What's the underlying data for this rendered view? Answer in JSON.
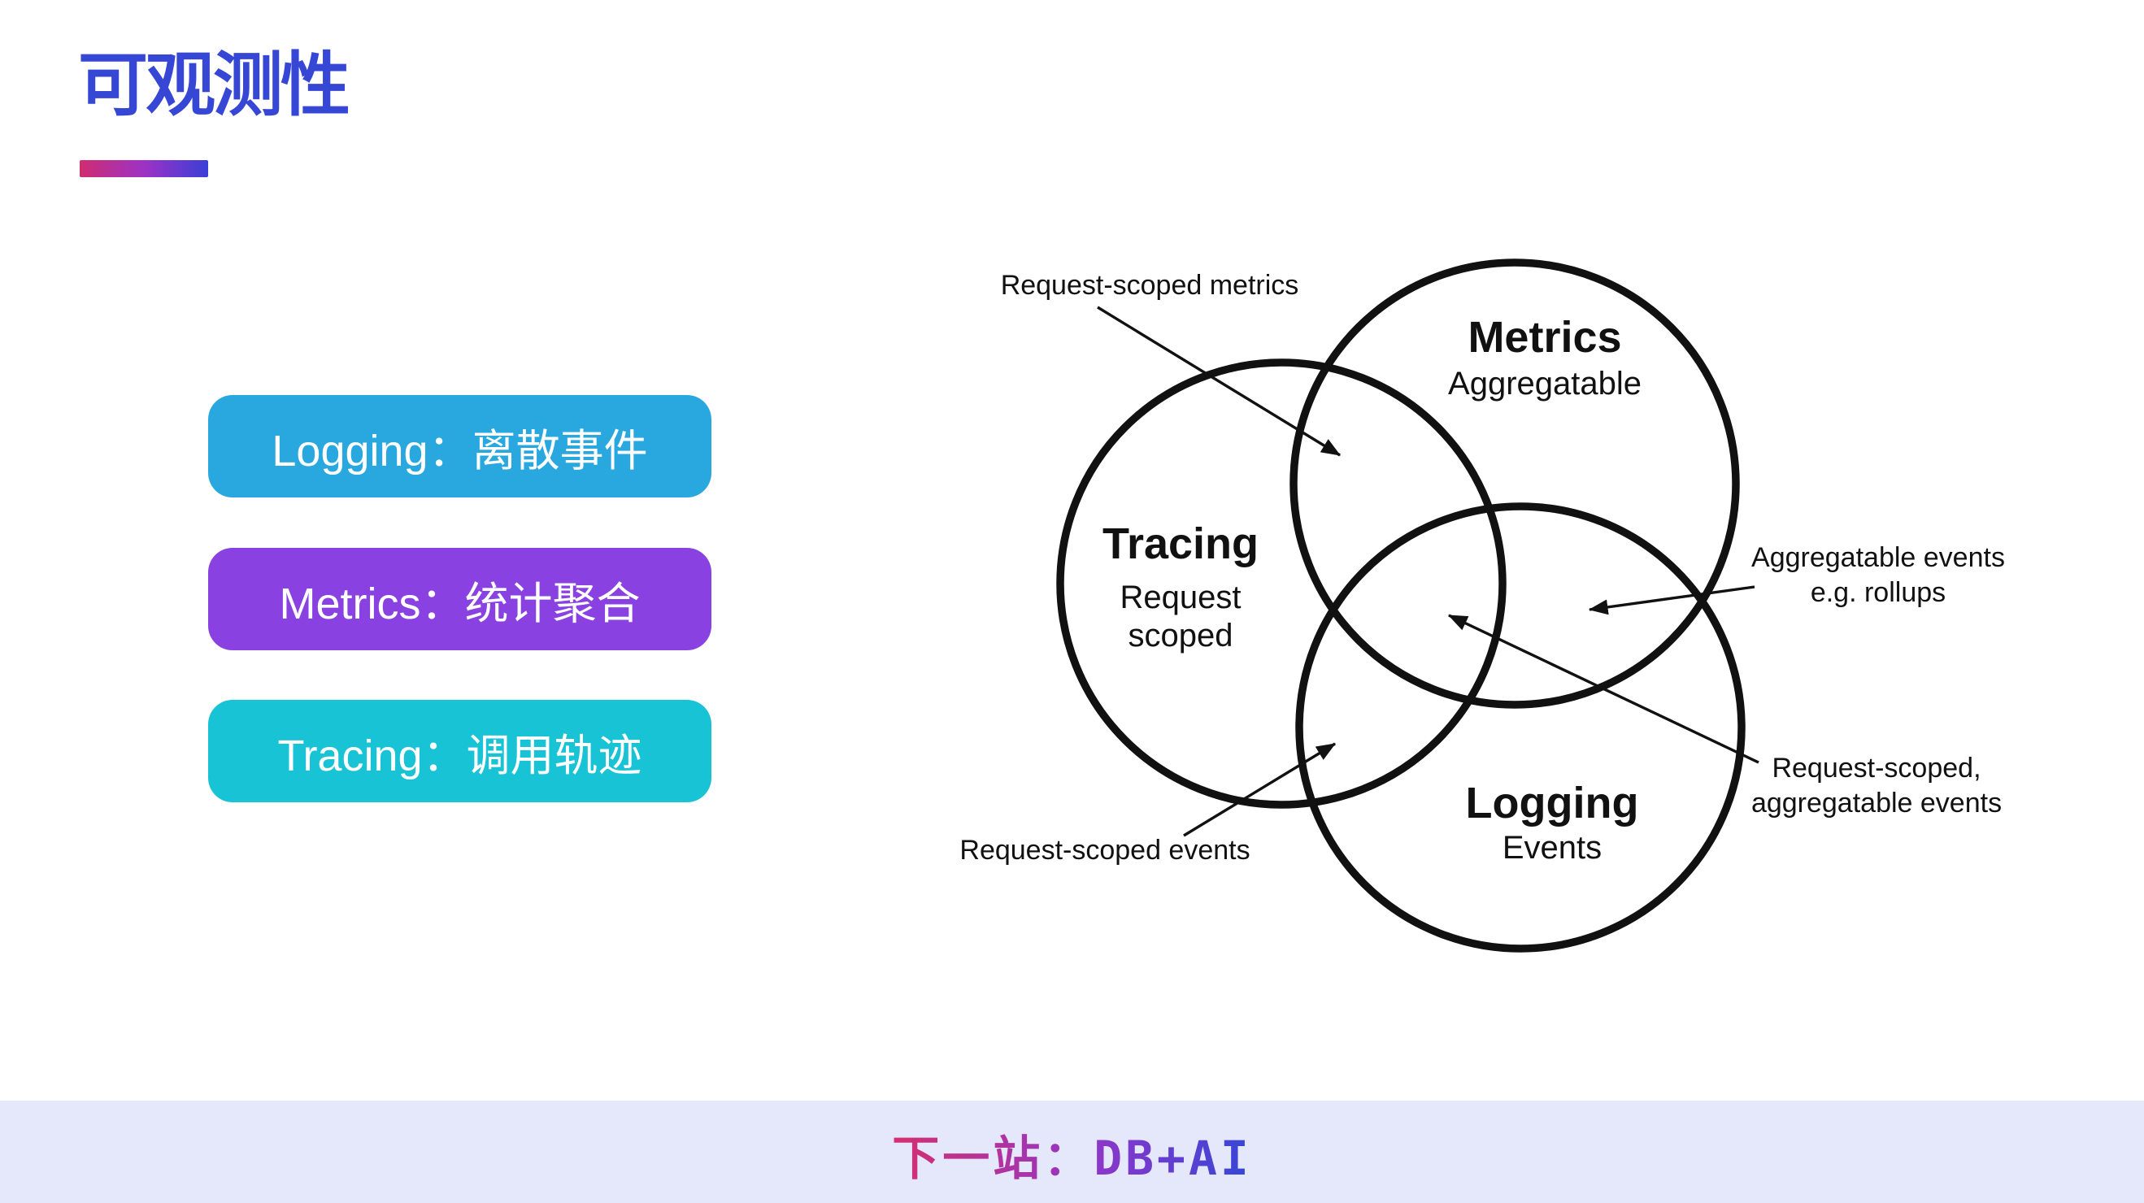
{
  "title": {
    "text": "可观测性"
  },
  "badges": [
    {
      "label": "Logging：离散事件",
      "color": "#29a8e0"
    },
    {
      "label": "Metrics：统计聚合",
      "color": "#8a41e1"
    },
    {
      "label": "Tracing：调用轨迹",
      "color": "#17c3d4"
    }
  ],
  "venn": {
    "tracing": {
      "title": "Tracing",
      "sub1": "Request",
      "sub2": "scoped"
    },
    "metrics": {
      "title": "Metrics",
      "sub1": "Aggregatable"
    },
    "logging": {
      "title": "Logging",
      "sub1": "Events"
    },
    "annotations": {
      "request_scoped_metrics": "Request-scoped metrics",
      "aggregatable_events_line1": "Aggregatable events",
      "aggregatable_events_line2": "e.g. rollups",
      "request_scoped_aggregatable_line1": "Request-scoped,",
      "request_scoped_aggregatable_line2": "aggregatable events",
      "request_scoped_events": "Request-scoped events"
    }
  },
  "footer": {
    "label_cn": "下一站：",
    "label_en": "DB+AI"
  },
  "colors": {
    "title-text": "#3747d5",
    "underline-start": "#cf2d70",
    "underline-mid": "#9d32c5",
    "underline-end": "#3a3fd7",
    "badge-text": "#ffffff",
    "footer-band": "#e4e8fa",
    "footer-start": "#d52f6f",
    "footer-mid": "#8f36c9",
    "footer-end": "#3546d6",
    "diagram-ink": "#111111"
  }
}
